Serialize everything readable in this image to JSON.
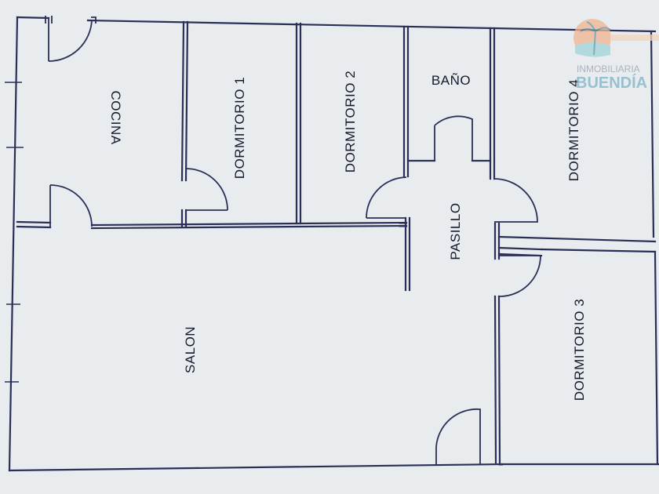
{
  "rooms": {
    "cocina": "COCINA",
    "dormitorio_1": "DORMITORIO 1",
    "dormitorio_2": "DORMITORIO 2",
    "bano": "BAÑO",
    "dormitorio_4": "DORMITORIO 4",
    "pasillo": "PASILLO",
    "salon": "SALON",
    "dormitorio_3": "DORMITORIO 3"
  },
  "watermark": {
    "line1": "INMOBILIARIA",
    "line2": "BUENDÍA",
    "colors": {
      "sun": "#f2b58f",
      "sea": "#9fd3d9",
      "text": "#7fb2c6"
    }
  },
  "colors": {
    "paper": "#e9ecef",
    "wall": "#2a2f58",
    "label": "#16192c"
  }
}
